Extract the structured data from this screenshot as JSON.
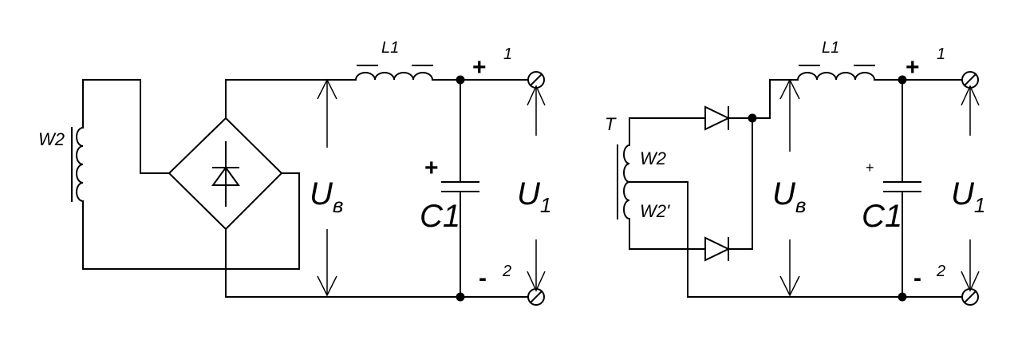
{
  "left_circuit": {
    "winding": "W2",
    "inductor": "L1",
    "terminal_top": "1",
    "terminal_bottom": "2",
    "plus_out": "+",
    "minus_out": "-",
    "cap_plus": "+",
    "capacitor": "C1",
    "rect_voltage": "U",
    "rect_voltage_sub": "в",
    "out_voltage": "U",
    "out_voltage_sub": "1"
  },
  "right_circuit": {
    "transformer": "T",
    "winding_a": "W2",
    "winding_b": "W2'",
    "inductor": "L1",
    "terminal_top": "1",
    "terminal_bottom": "2",
    "plus_out": "+",
    "minus_out": "-",
    "cap_plus": "+",
    "capacitor": "C1",
    "rect_voltage": "U",
    "rect_voltage_sub": "в",
    "out_voltage": "U",
    "out_voltage_sub": "1"
  }
}
